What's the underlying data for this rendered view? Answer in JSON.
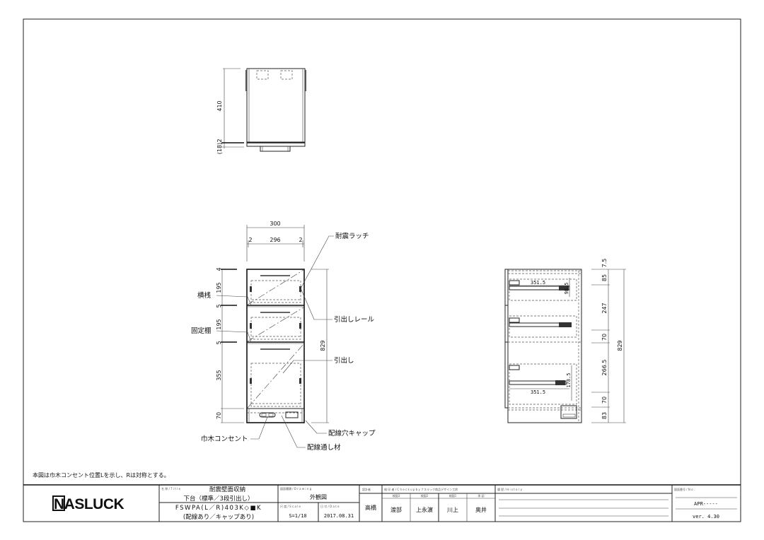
{
  "drawing": {
    "top_view": {
      "dim_depth": "410",
      "dim_small": "2",
      "dim_paren": "(18)"
    },
    "front_view": {
      "dim_width_total": "300",
      "dim_left": "2",
      "dim_inner": "296",
      "dim_right": "2",
      "dim_v": [
        "4",
        "195",
        "5",
        "195",
        "5",
        "355",
        "70"
      ],
      "dim_height": "829",
      "labels": {
        "latch": "耐震ラッチ",
        "crossbar": "横桟",
        "rail": "引出しレール",
        "fixed_shelf": "固定棚",
        "drawer": "引出し",
        "outlet": "巾木コンセント",
        "cap": "配線穴キャップ",
        "wiring": "配線通し材"
      }
    },
    "side_view": {
      "rail_len_top": "351.5",
      "rail_len_bottom": "351.5",
      "rail_h_top": "98.5",
      "rail_h_bottom": "178.5",
      "dim_v": [
        "7.5",
        "85",
        "247",
        "70",
        "266.5",
        "70",
        "83"
      ],
      "dim_height": "829"
    },
    "note": "本図は巾木コンセント位置Lを示し、Rは対称とする。"
  },
  "title_block": {
    "logo": "NASLUCK",
    "title_caption": "名 称 / T i t l e",
    "title_line1": "耐震壁面収納",
    "title_line2": "下台（標準／3段引出し）",
    "model": "FSWPA(L／R)403K◇■K",
    "model_note": "(配線あり／キャップあり)",
    "drawing_type_caption": "図面種類 / D r a w i n g",
    "drawing_type": "外観図",
    "scale_caption": "尺 度 / S c a l e",
    "scale": "S=1/10",
    "date_caption": "日 付 / D a t e",
    "date": "2017.08.31",
    "designer_caption": "設計者",
    "designer": "高橋",
    "check_caption": "検 印 者 / C h e c k  u p  b y  ナスラック商品デザイン工房",
    "checkers": [
      {
        "role": "検図3",
        "name": "渡部"
      },
      {
        "role": "検図2",
        "name": "上永濵"
      },
      {
        "role": "検図1",
        "name": "川上"
      },
      {
        "role": "承 認",
        "name": "奥井"
      }
    ],
    "history_caption": "履 歴 / H i s t o r y",
    "number_caption": "図面番号 / N o .",
    "number": "APR-----",
    "version": "ver. 4.30"
  }
}
